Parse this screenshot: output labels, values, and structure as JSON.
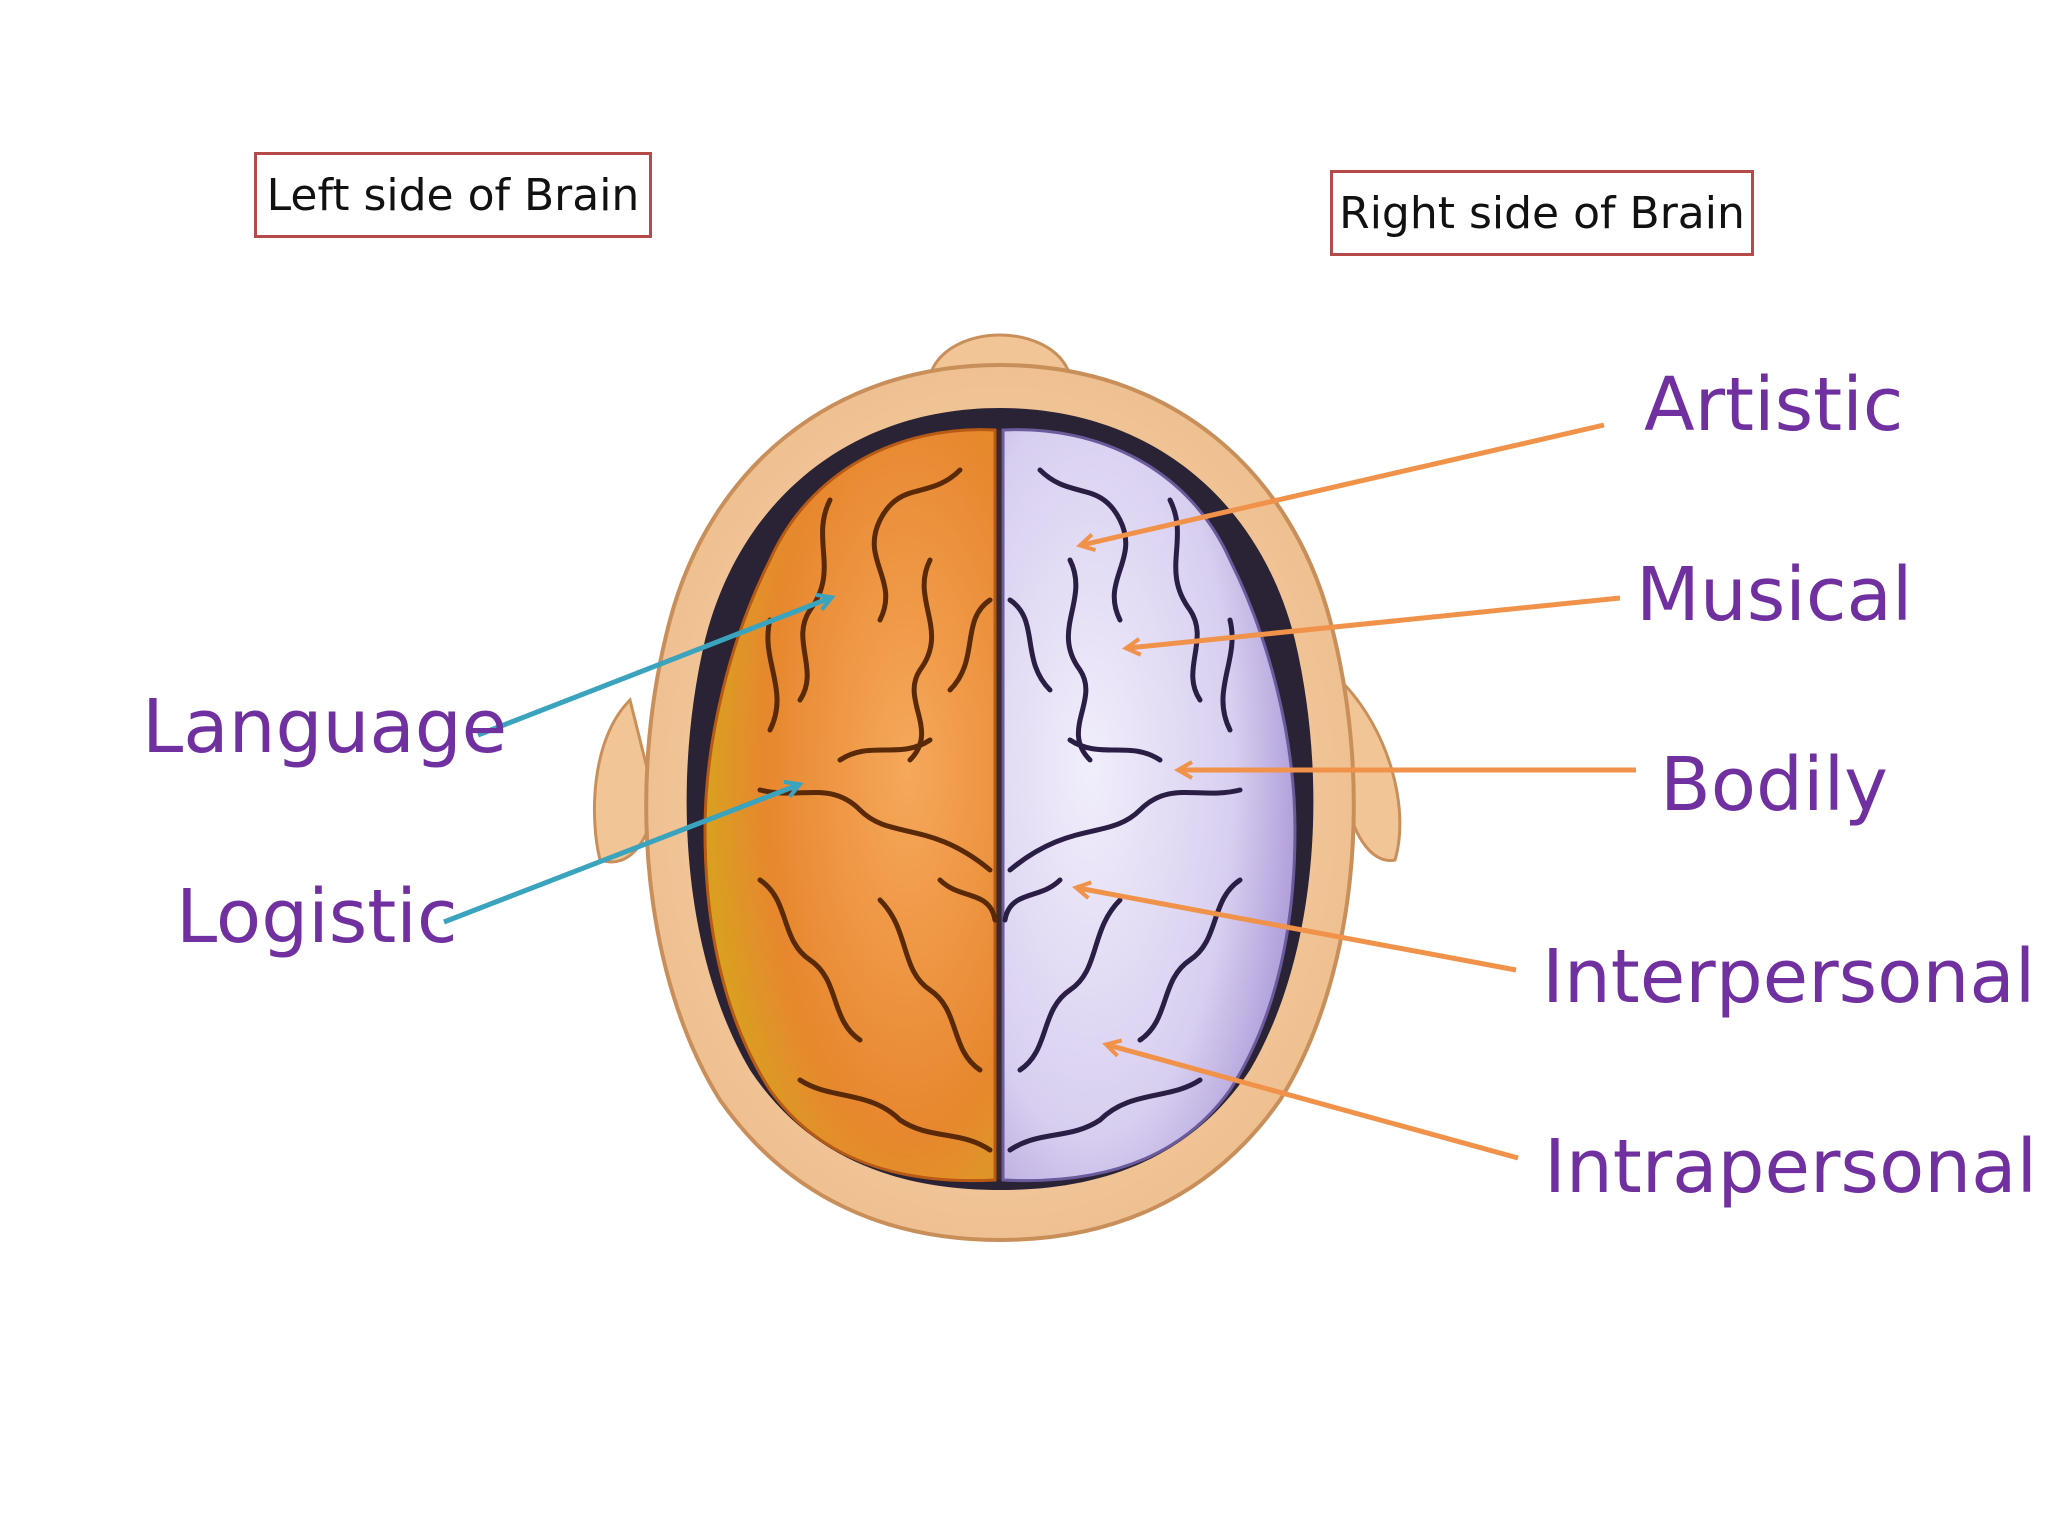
{
  "boxes": {
    "left": "Left side of Brain",
    "right": "Right side of Brain"
  },
  "labels": {
    "language": "Language",
    "logistic": "Logistic",
    "artistic": "Artistic",
    "musical": "Musical",
    "bodily": "Bodily",
    "interpersonal": "Interpersonal",
    "intrapersonal": "Intrapersonal"
  },
  "colors": {
    "label_text": "#7030a0",
    "left_arrow": "#3aa3bd",
    "right_arrow": "#f0924a",
    "box_border": "#b44a4a",
    "left_hemisphere": "#e8913c",
    "right_hemisphere": "#d9d2f0",
    "skull": "#f4caa0"
  }
}
